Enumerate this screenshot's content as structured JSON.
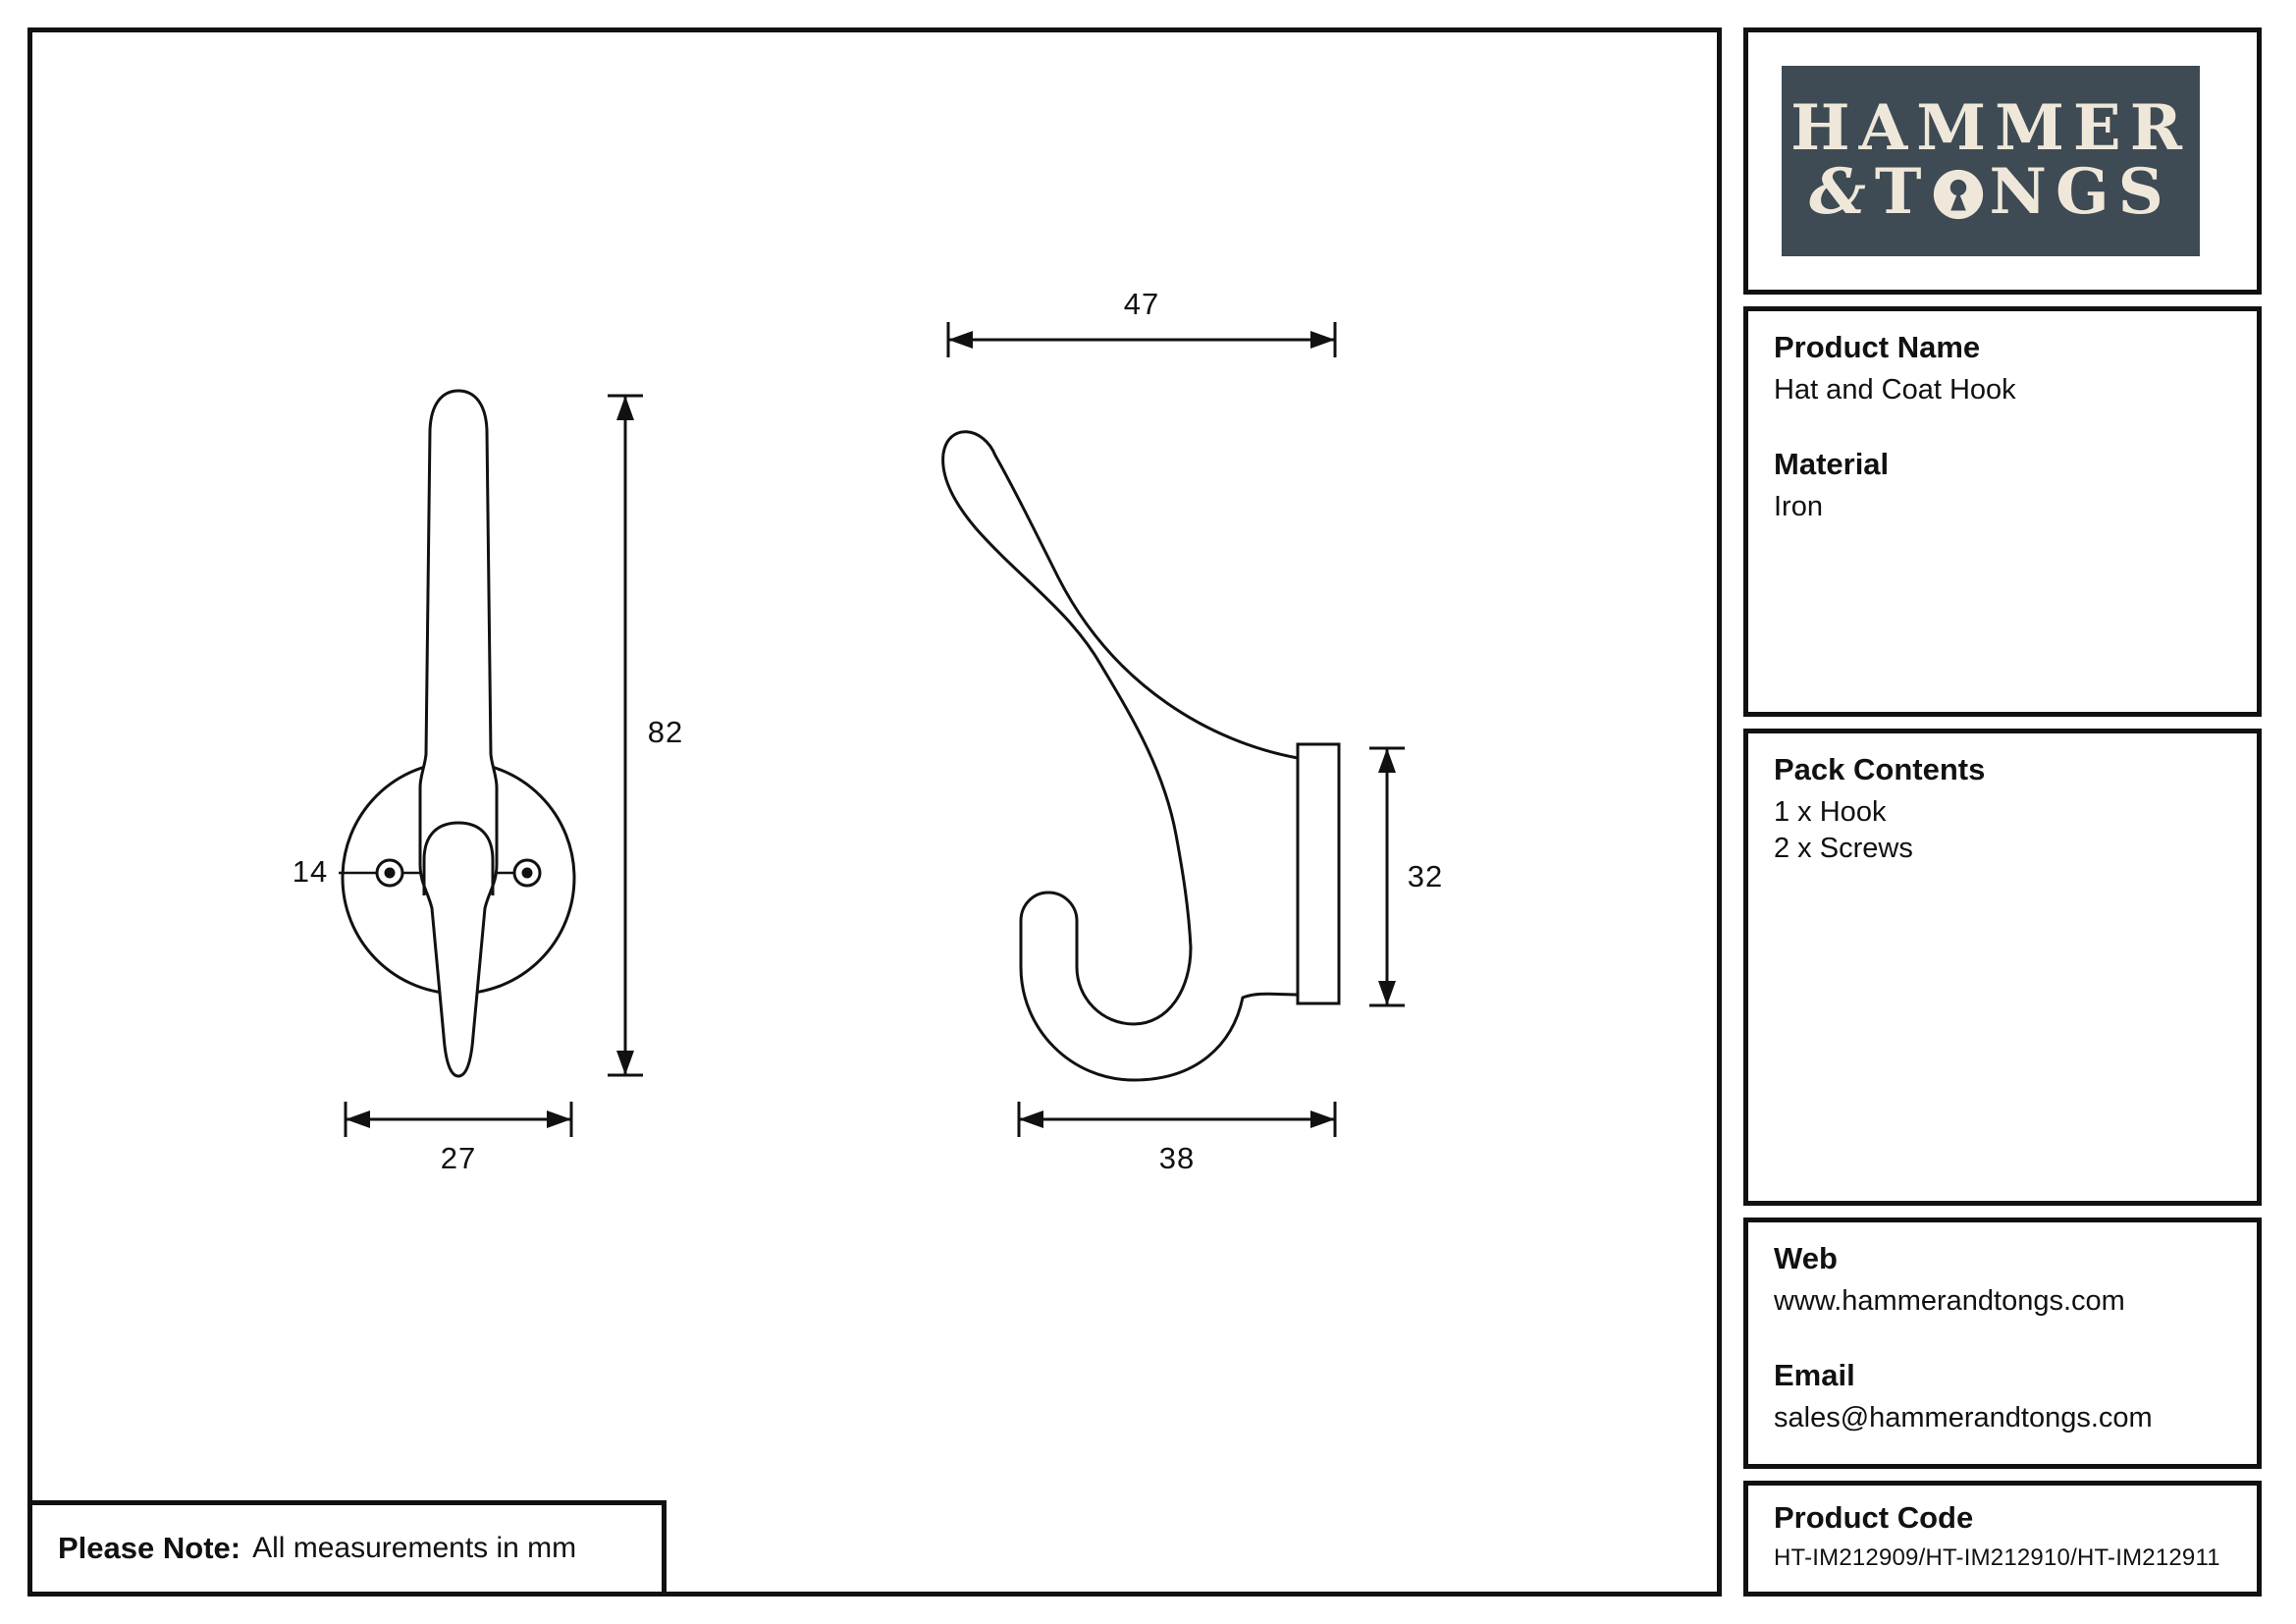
{
  "note": {
    "label": "Please Note:",
    "text": "All measurements in mm"
  },
  "brand": {
    "line1": "HAMMER",
    "amp": "&",
    "t": "T",
    "ngs": "NGS",
    "panel_color": "#3e4a54",
    "text_color": "#efe8da"
  },
  "product": {
    "name_label": "Product Name",
    "name": "Hat and Coat Hook",
    "material_label": "Material",
    "material": "Iron"
  },
  "pack": {
    "label": "Pack Contents",
    "items": [
      "1 x Hook",
      "2 x Screws"
    ]
  },
  "contact": {
    "web_label": "Web",
    "web": "www.hammerandtongs.com",
    "email_label": "Email",
    "email": "sales@hammerandtongs.com"
  },
  "code": {
    "label": "Product Code",
    "value": "HT-IM212909/HT-IM212910/HT-IM212911"
  },
  "dimensions": {
    "front_height": "82",
    "front_width": "27",
    "hole_spacing": "14",
    "side_depth": "47",
    "plate_height": "32",
    "hook_depth": "38"
  }
}
